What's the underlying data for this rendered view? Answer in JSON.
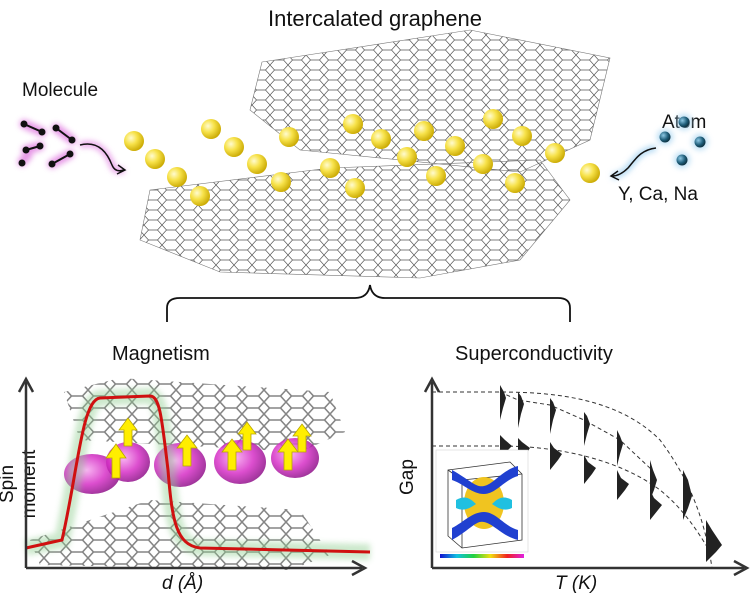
{
  "title": "Intercalated graphene",
  "left_source": {
    "label": "Molecule"
  },
  "right_source": {
    "label": "Atom",
    "elements": "Y, Ca, Na"
  },
  "panels": {
    "magnetism": {
      "title": "Magnetism",
      "ylabel": "Spin moment",
      "xlabel": "d (Å)"
    },
    "superconductivity": {
      "title": "Superconductivity",
      "ylabel": "Gap",
      "xlabel": "T (K)"
    }
  },
  "colors": {
    "intercalant": "#f2d400",
    "molecule_glow": "#e07ae0",
    "atom": "#1f5e7a",
    "atom_glow": "#9fd0f0",
    "spin_curve": "#d01010",
    "spin_glow": "#8fce8f",
    "spin_density": "#d020c0",
    "spin_arrow": "#ffee00"
  }
}
